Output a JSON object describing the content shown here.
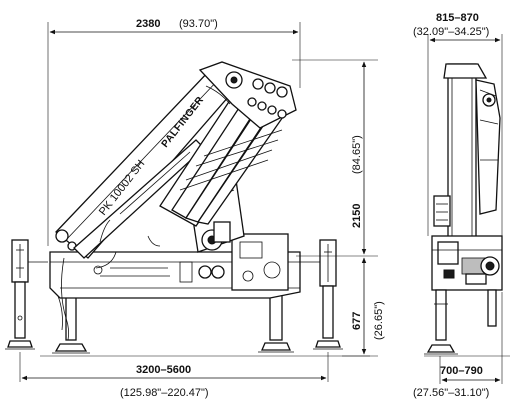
{
  "dimensions": {
    "width_mm": "2380",
    "width_in": "(93.70\")",
    "height_mm": "2150",
    "height_in": "(84.65\")",
    "ground_mm": "677",
    "ground_in": "(26.65\")",
    "span_mm": "3200–5600",
    "span_in": "(125.98\"–220.47\")",
    "side_width_mm": "815–870",
    "side_width_in": "(32.09\"–34.25\")",
    "side_base_mm": "700–790",
    "side_base_in": "(27.56\"–31.10\")"
  },
  "branding": {
    "manufacturer": "PALFINGER",
    "model": "PK 10002 SH"
  },
  "colors": {
    "line": "#111111",
    "background": "#ffffff"
  }
}
